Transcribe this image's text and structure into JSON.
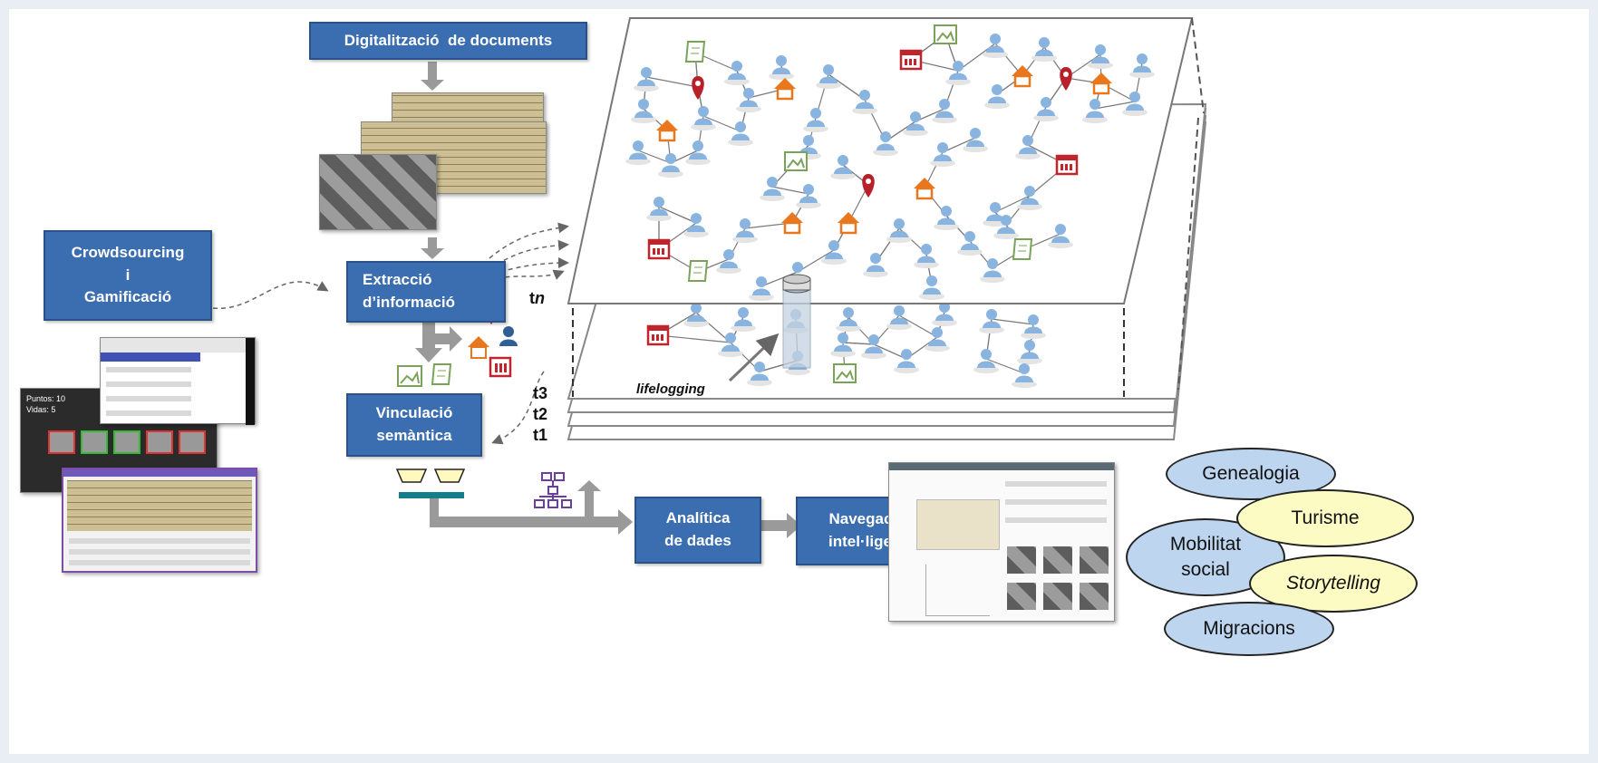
{
  "boxes": {
    "digitalization": "Digitalització  de documents",
    "crowdsourcing": [
      "Crowdsourcing",
      "i",
      "Gamificació"
    ],
    "extraction": [
      "Extracció",
      "d’informació"
    ],
    "semantic": [
      "Vinculació",
      "semàntica"
    ],
    "analytics": [
      "Analítica",
      "de dades"
    ],
    "navigation": [
      "Navegació",
      "intel·ligent"
    ]
  },
  "time_labels": {
    "tn_prefix": "t",
    "tn_suffix": "n",
    "t3": "t3",
    "t2": "t2",
    "t1": "t1"
  },
  "lifelogging": "lifelogging",
  "game_screen": {
    "score": "Puntos: 10",
    "lives": "Vidas: 5"
  },
  "applications": {
    "genealogy": "Genealogia",
    "tourism": "Turisme",
    "mobility": [
      "Mobilitat",
      "social"
    ],
    "storytelling": "Storytelling",
    "migrations": "Migracions"
  },
  "colors": {
    "process_box": "#3b6eb0",
    "person_dark": "#2f5f95",
    "person_light": "#8ab4e0",
    "house": "#e8771e",
    "pin": "#b8202a",
    "calendar": "#c0242c",
    "image": "#7aa35a",
    "ellipse_blue": "#bdd5ee",
    "ellipse_yellow": "#fdfbc4"
  }
}
